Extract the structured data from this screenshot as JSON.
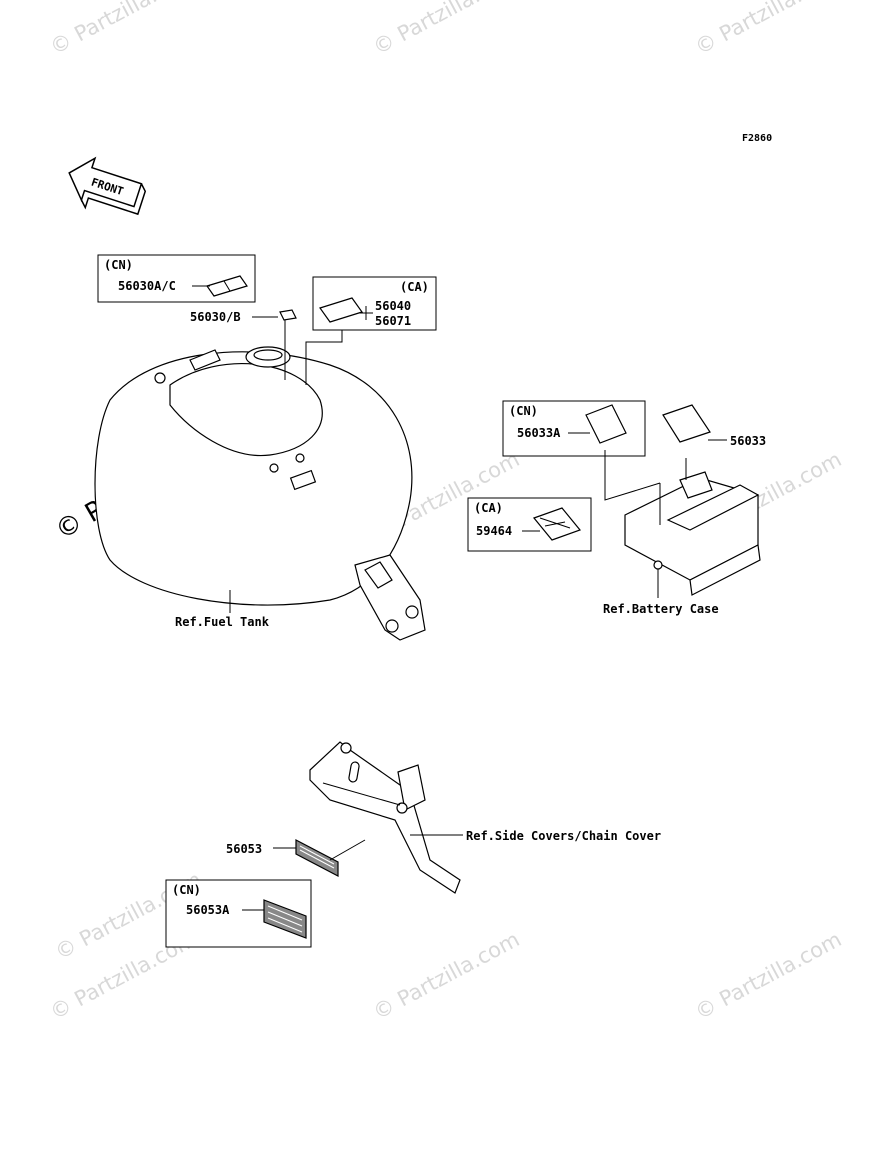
{
  "figure_code": "F2860",
  "front_label": "FRONT",
  "watermark_text": "© Partzilla.com",
  "boxes": {
    "cn_56030": {
      "tag": "(CN)",
      "part": "56030A/C"
    },
    "ca_56040": {
      "tag": "(CA)",
      "parts": [
        "56040",
        "56071"
      ]
    },
    "cn_56033a": {
      "tag": "(CN)",
      "part": "56033A"
    },
    "ca_59464": {
      "tag": "(CA)",
      "part": "59464"
    },
    "cn_56053a": {
      "tag": "(CN)",
      "part": "56053A"
    }
  },
  "labels": {
    "p56030b": "56030/B",
    "p56033": "56033",
    "p56053": "56053",
    "ref_fuel_tank": "Ref.Fuel Tank",
    "ref_battery_case": "Ref.Battery Case",
    "ref_side_covers": "Ref.Side Covers/Chain Cover"
  }
}
